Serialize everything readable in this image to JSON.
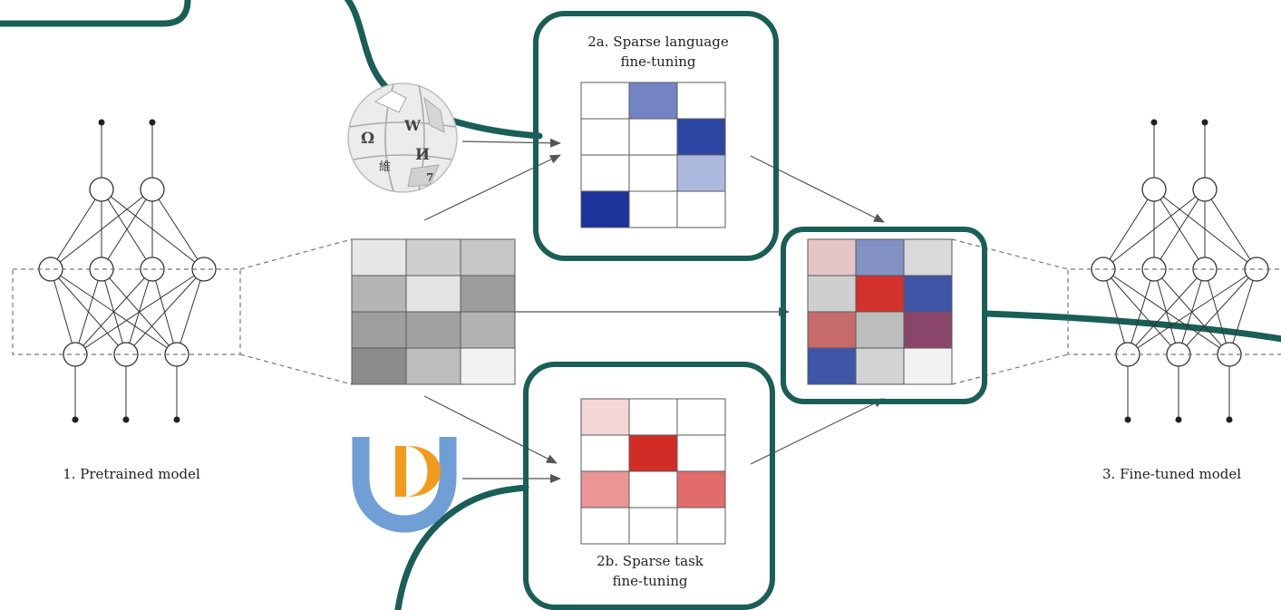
{
  "labels": {
    "pretrained": "1. Pretrained model",
    "finetuned": "3. Fine-tuned model",
    "lang_line1": "2a. Sparse language",
    "lang_line2": "fine-tuning",
    "task_line1": "2b. Sparse task",
    "task_line2": "fine-tuning"
  },
  "icons": {
    "language_source": "wikipedia-globe-icon",
    "task_source": "universal-dependencies-icon"
  },
  "colors": {
    "frame": "#195e57",
    "arrow": "#555555",
    "grid_line": "#5a5a5a",
    "ud_blue": "#6f9fd4",
    "ud_orange": "#f39a1d"
  },
  "matrices": {
    "pretrained": [
      [
        "#e6e7e7",
        "#cfcfcf",
        "#c5c6c6"
      ],
      [
        "#b4b4b4",
        "#e4e4e4",
        "#9b9c9c"
      ],
      [
        "#9d9e9e",
        "#a1a1a2",
        "#b1b2b2"
      ],
      [
        "#8b8c8c",
        "#bcbdbd",
        "#f1f2f1"
      ]
    ],
    "language": [
      [
        "#ffffff",
        "#7383c3",
        "#ffffff"
      ],
      [
        "#ffffff",
        "#ffffff",
        "#2e46a3"
      ],
      [
        "#ffffff",
        "#ffffff",
        "#adb8de"
      ],
      [
        "#1b339a",
        "#ffffff",
        "#ffffff"
      ]
    ],
    "task": [
      [
        "#f5d6d6",
        "#ffffff",
        "#ffffff"
      ],
      [
        "#ffffff",
        "#d22c26",
        "#ffffff"
      ],
      [
        "#ea9696",
        "#ffffff",
        "#e16c6a"
      ],
      [
        "#ffffff",
        "#ffffff",
        "#ffffff"
      ]
    ],
    "combined": [
      [
        "#e6c5c6",
        "#8390c3",
        "#d8d9db"
      ],
      [
        "#cfcfcf",
        "#d3312c",
        "#3f55a5"
      ],
      [
        "#c56b6c",
        "#bcbdbd",
        "#89466a"
      ],
      [
        "#3e55a8",
        "#d2d3d4",
        "#f1f2f1"
      ]
    ]
  }
}
